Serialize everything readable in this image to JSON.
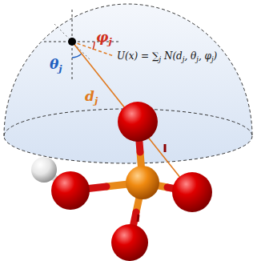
{
  "diagram": {
    "labels": [
      "θj",
      "φj",
      "dj",
      "U(x) = ∑j N(dj, θj, φj)"
    ]
  }
}
